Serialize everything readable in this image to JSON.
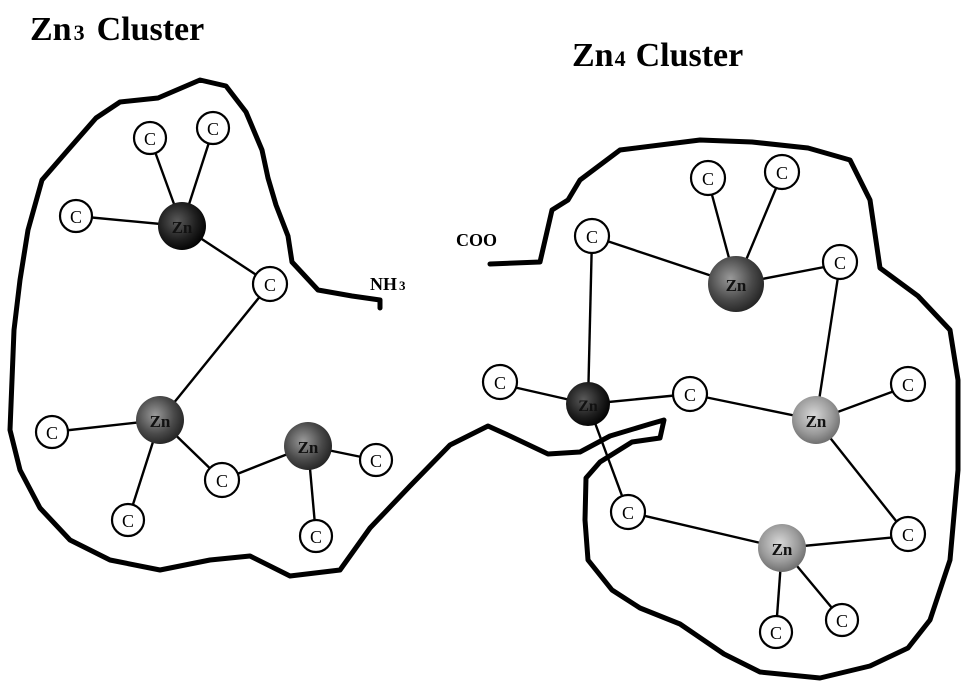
{
  "titles": {
    "zn3": "Zn",
    "zn3_sub": "3",
    "zn3_suffix": "Cluster",
    "zn4": "Zn",
    "zn4_sub": "4",
    "zn4_suffix": "Cluster"
  },
  "termini": {
    "coo": "COO",
    "nh3": "NH",
    "nh3_sub": "3"
  },
  "atom_labels": {
    "cysteine": "C",
    "zinc": "Zn"
  },
  "colors": {
    "zinc_dark": "#1a1a1a",
    "zinc_medium": "#555555",
    "zinc_light": "#9a9a9a"
  }
}
